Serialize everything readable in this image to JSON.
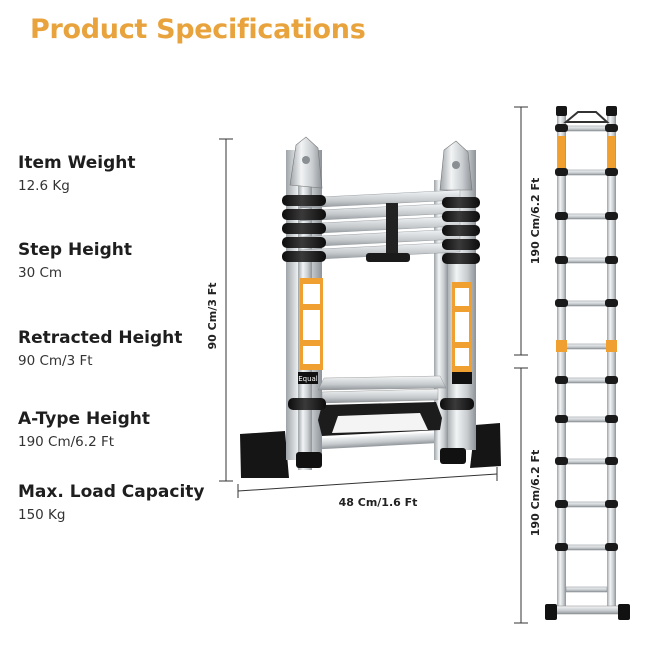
{
  "header": {
    "title": "Product Specifications"
  },
  "specs": [
    {
      "label": "Item Weight",
      "value": "12.6 Kg"
    },
    {
      "label": "Step Height",
      "value": "30 Cm"
    },
    {
      "label": "Retracted Height",
      "value": "90 Cm/3 Ft"
    },
    {
      "label": "A-Type Height",
      "value": "190 Cm/6.2 Ft"
    },
    {
      "label": "Max. Load Capacity",
      "value": "150 Kg"
    }
  ],
  "dimensions": {
    "retracted_height": "90 Cm/3 Ft",
    "width": "48 Cm/1.6 Ft",
    "upper_section": "190 Cm/6.2 Ft",
    "lower_section": "190 Cm/6.2 Ft"
  },
  "product": {
    "brand_label": "Equal"
  },
  "colors": {
    "accent": "#e8a33d",
    "label_orange": "#f0a030",
    "rubber": "#1a1a1a",
    "aluminium": "#d9dde0"
  }
}
